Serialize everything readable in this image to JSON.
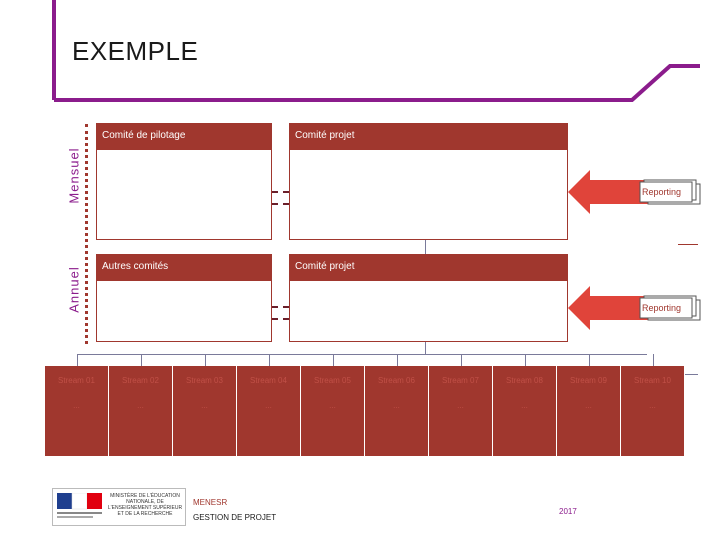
{
  "page": {
    "title": "EXEMPLE"
  },
  "rows": {
    "mensuel": {
      "label": "Mensuel",
      "left_header": "Comité de pilotage",
      "right_header": "Comité projet",
      "reporting": "Reporting"
    },
    "annuel": {
      "label": "Annuel",
      "left_header": "Autres comités",
      "right_header": "Comité projet",
      "reporting": "Reporting"
    }
  },
  "streams": [
    {
      "name": "Stream 01",
      "sub": "..."
    },
    {
      "name": "Stream 02",
      "sub": "..."
    },
    {
      "name": "Stream 03",
      "sub": "..."
    },
    {
      "name": "Stream 04",
      "sub": "..."
    },
    {
      "name": "Stream 05",
      "sub": "..."
    },
    {
      "name": "Stream 06",
      "sub": "..."
    },
    {
      "name": "Stream 07",
      "sub": "..."
    },
    {
      "name": "Stream 08",
      "sub": "..."
    },
    {
      "name": "Stream 09",
      "sub": "..."
    },
    {
      "name": "Stream 10",
      "sub": "..."
    }
  ],
  "footer": {
    "logo_text": "MINISTÈRE DE L'ÉDUCATION NATIONALE, DE L'ENSEIGNEMENT SUPÉRIEUR ET DE LA RECHERCHE",
    "org": "MENESR",
    "subtitle": "GESTION DE PROJET",
    "year": "2017"
  },
  "colors": {
    "accent": "#8b1c8c",
    "header": "#a0372e",
    "arrow": "#e0443a"
  }
}
